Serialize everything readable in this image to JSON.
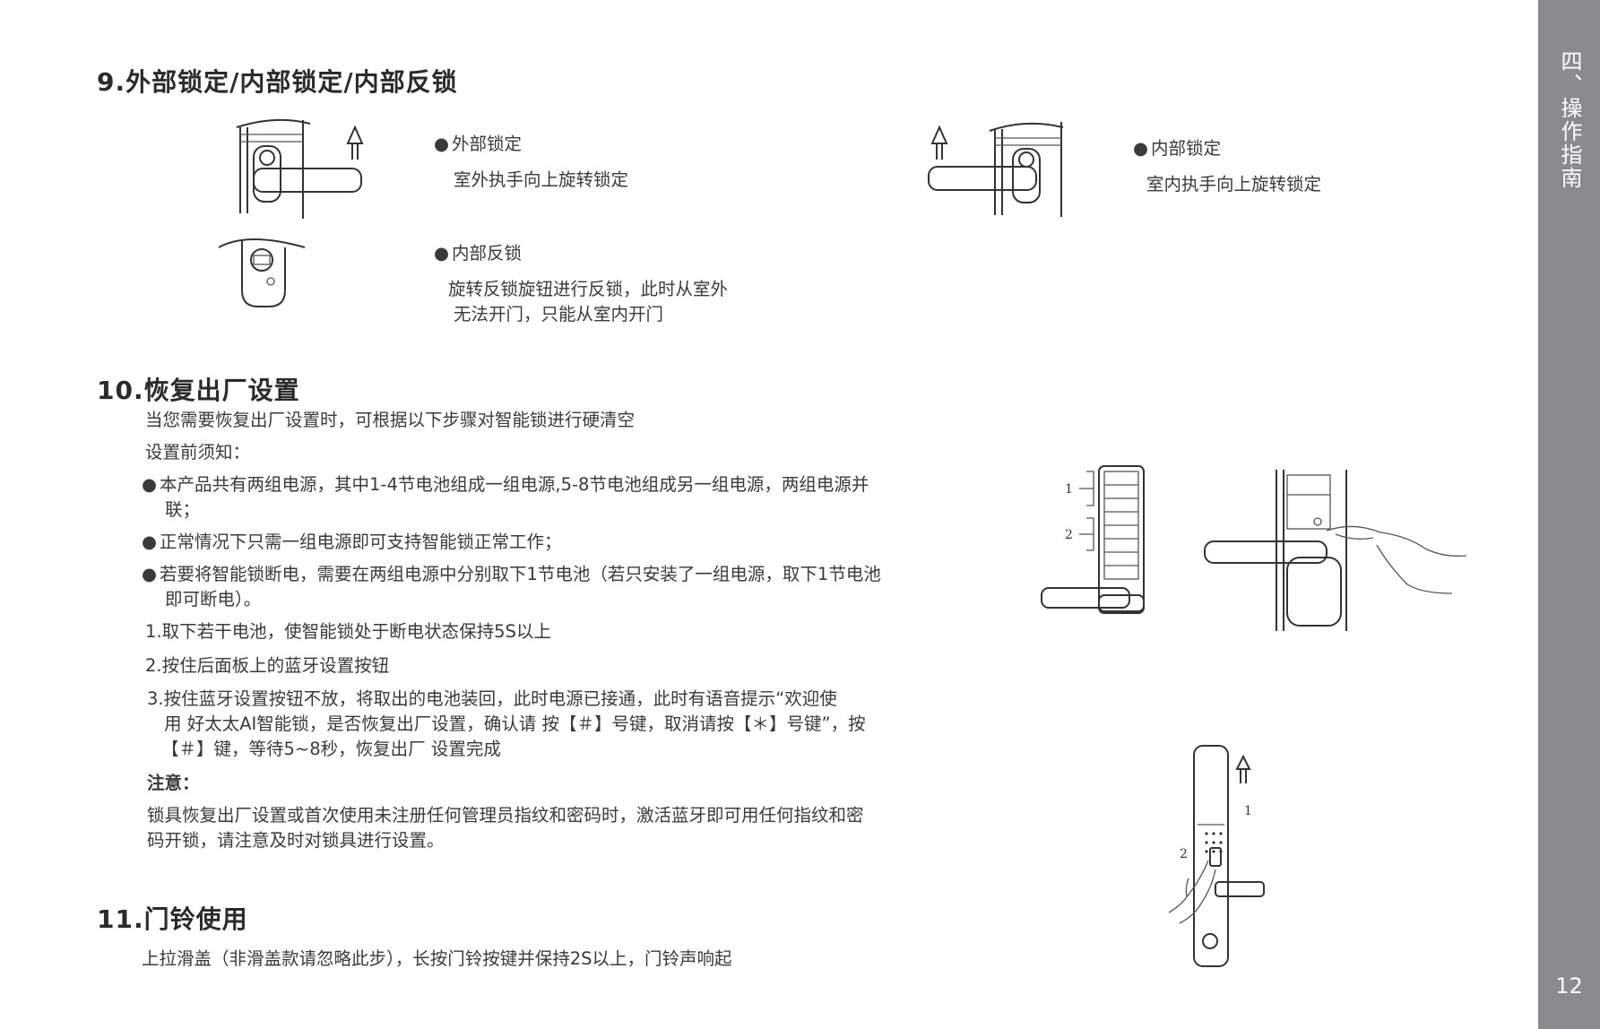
{
  "section9": {
    "title": "9.外部锁定/内部锁定/内部反锁",
    "outer_lock_head": "外部锁定",
    "outer_lock_body": "室外执手向上旋转锁定",
    "inner_lock_head": "内部锁定",
    "inner_lock_body": "室内执手向上旋转锁定",
    "deadlock_head": "内部反锁",
    "deadlock_body_1": "旋转反锁旋钮进行反锁，此时从室外",
    "deadlock_body_2": "无法开门，只能从室内开门"
  },
  "section10": {
    "title": "10.恢复出厂设置",
    "intro": "当您需要恢复出厂设置时，可根据以下步骤对智能锁进行硬清空",
    "notice_label": "设置前须知：",
    "bullet1_a": "本产品共有两组电源，其中1-4节电池组成一组电源,5-8节电池组成另一组电源，两组电源并",
    "bullet1_b": "联；",
    "bullet2": "正常情况下只需一组电源即可支持智能锁正常工作；",
    "bullet3_a": "若要将智能锁断电，需要在两组电源中分别取下1节电池（若只安装了一组电源，取下1节电池",
    "bullet3_b": "即可断电）。",
    "step1": "1.取下若干电池，使智能锁处于断电状态保持5S以上",
    "step2": "2.按住后面板上的蓝牙设置按钮",
    "step3_a": "3.按住蓝牙设置按钮不放，将取出的电池装回，此时电源已接通，此时有语音提示“欢迎使",
    "step3_b": "用 好太太AI智能锁，是否恢复出厂设置，确认请 按【＃】号键，取消请按【＊】号键”，按",
    "step3_c": "【＃】键，等待5~8秒，恢复出厂 设置完成",
    "note_label": "注意：",
    "note_a": "锁具恢复出厂设置或首次使用未注册任何管理员指纹和密码时，激活蓝牙即可用任何指纹和密",
    "note_b": "码开锁，请注意及时对锁具进行设置。",
    "figure_label_1": "1",
    "figure_label_2": "2"
  },
  "section11": {
    "title": "11.门铃使用",
    "body": "上拉滑盖（非滑盖款请忽略此步），长按门铃按键并保持2S以上，门铃声响起",
    "figure_label_1": "1",
    "figure_label_2": "2"
  },
  "sidebar": {
    "chapter": "四、操作指南",
    "page_number": "12"
  },
  "colors": {
    "sidebar_bg": "#8a8b8d",
    "text": "#3a3a3a"
  }
}
